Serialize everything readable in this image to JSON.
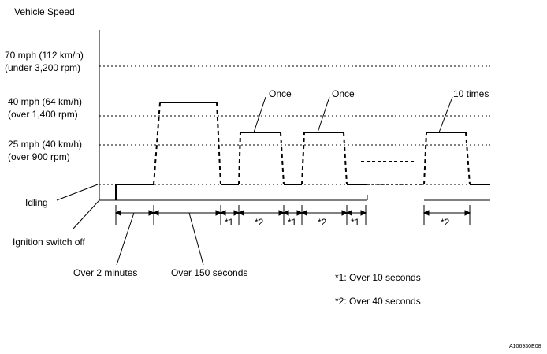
{
  "axis": {
    "y_title": "Vehicle Speed"
  },
  "levels": {
    "l70": {
      "line1": "70 mph (112 km/h)",
      "line2": "(under 3,200 rpm)"
    },
    "l40": {
      "line1": "40 mph (64 km/h)",
      "line2": "(over 1,400 rpm)"
    },
    "l25": {
      "line1": "25 mph (40 km/h)",
      "line2": "(over 900 rpm)"
    },
    "idling": "Idling",
    "ignition_off": "Ignition switch off"
  },
  "callouts": {
    "once_1": "Once",
    "once_2": "Once",
    "ten_times": "10 times"
  },
  "intervals": {
    "over_2_minutes": "Over 2 minutes",
    "over_150_seconds": "Over 150 seconds",
    "s1a": "*1",
    "s2a": "*2",
    "s1b": "*1",
    "s2b": "*2",
    "s1c": "*1",
    "s2c": "*2"
  },
  "legend": {
    "note1": "*1: Over 10 seconds",
    "note2": "*2: Over 40 seconds"
  },
  "figure_code": "A106930E08"
}
